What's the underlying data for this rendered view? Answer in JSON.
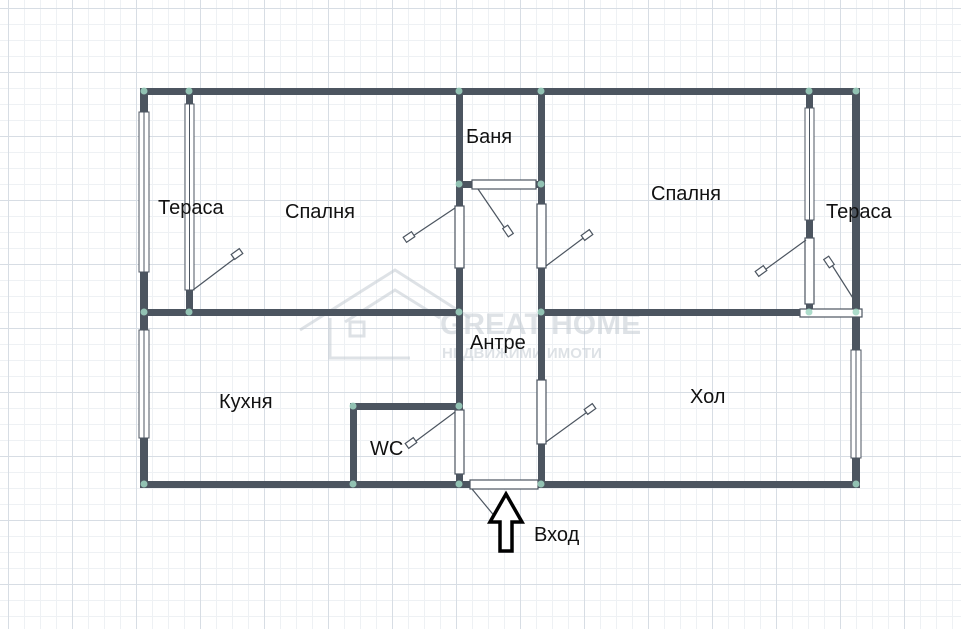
{
  "floorplan": {
    "rooms": {
      "terrace_left": "Тераса",
      "bedroom_left": "Спалня",
      "bathroom": "Баня",
      "bedroom_right": "Спалня",
      "terrace_right": "Тераса",
      "hallway": "Антре",
      "kitchen": "Кухня",
      "wc": "WC",
      "living_room": "Хол"
    },
    "entrance_label": "Вход"
  },
  "watermark": {
    "brand": "GREAT HOME",
    "tagline": "НЕДВИЖИМИ ИМОТИ"
  },
  "colors": {
    "wall": "#4c5560",
    "grid": "#d7dde4",
    "node": "#9fd6c2"
  },
  "icons": {
    "entrance": "entrance-arrow-icon",
    "watermark": "house-logo-icon"
  }
}
